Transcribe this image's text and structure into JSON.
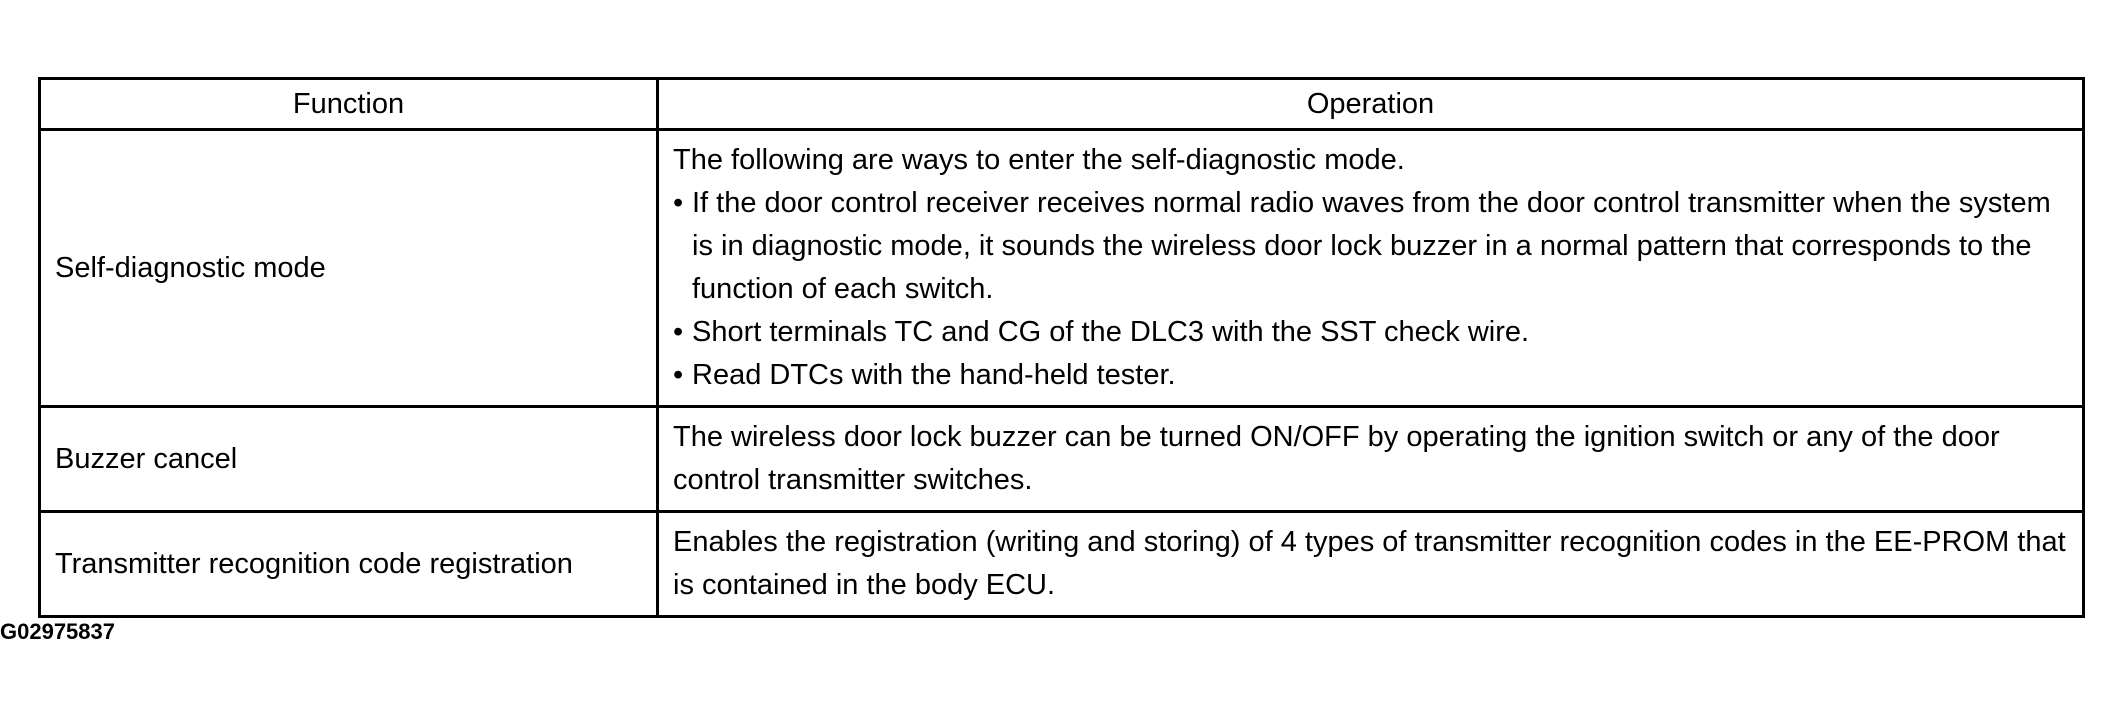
{
  "table": {
    "headers": {
      "function": "Function",
      "operation": "Operation"
    },
    "rows": [
      {
        "function": "Self-diagnostic mode",
        "intro": "The following are ways to enter the self-diagnostic mode.",
        "bullet_symbol": "•",
        "bullets": [
          "If the door control receiver receives normal radio waves from the door control transmitter when the system is in diagnostic mode, it sounds the wireless door lock buzzer in a normal pattern that corresponds to the function of each switch.",
          "Short terminals TC and CG of the DLC3 with the SST check wire.",
          "Read DTCs with the hand-held tester."
        ]
      },
      {
        "function": "Buzzer cancel",
        "operation": "The wireless door lock buzzer can be turned ON/OFF by operating the ignition switch or any of the door control transmitter switches."
      },
      {
        "function": "Transmitter recognition code registration",
        "operation": "Enables the registration (writing and storing) of 4 types of transmitter recognition codes in the EE-PROM that is contained in the body ECU."
      }
    ]
  },
  "figure_id": "G02975837"
}
